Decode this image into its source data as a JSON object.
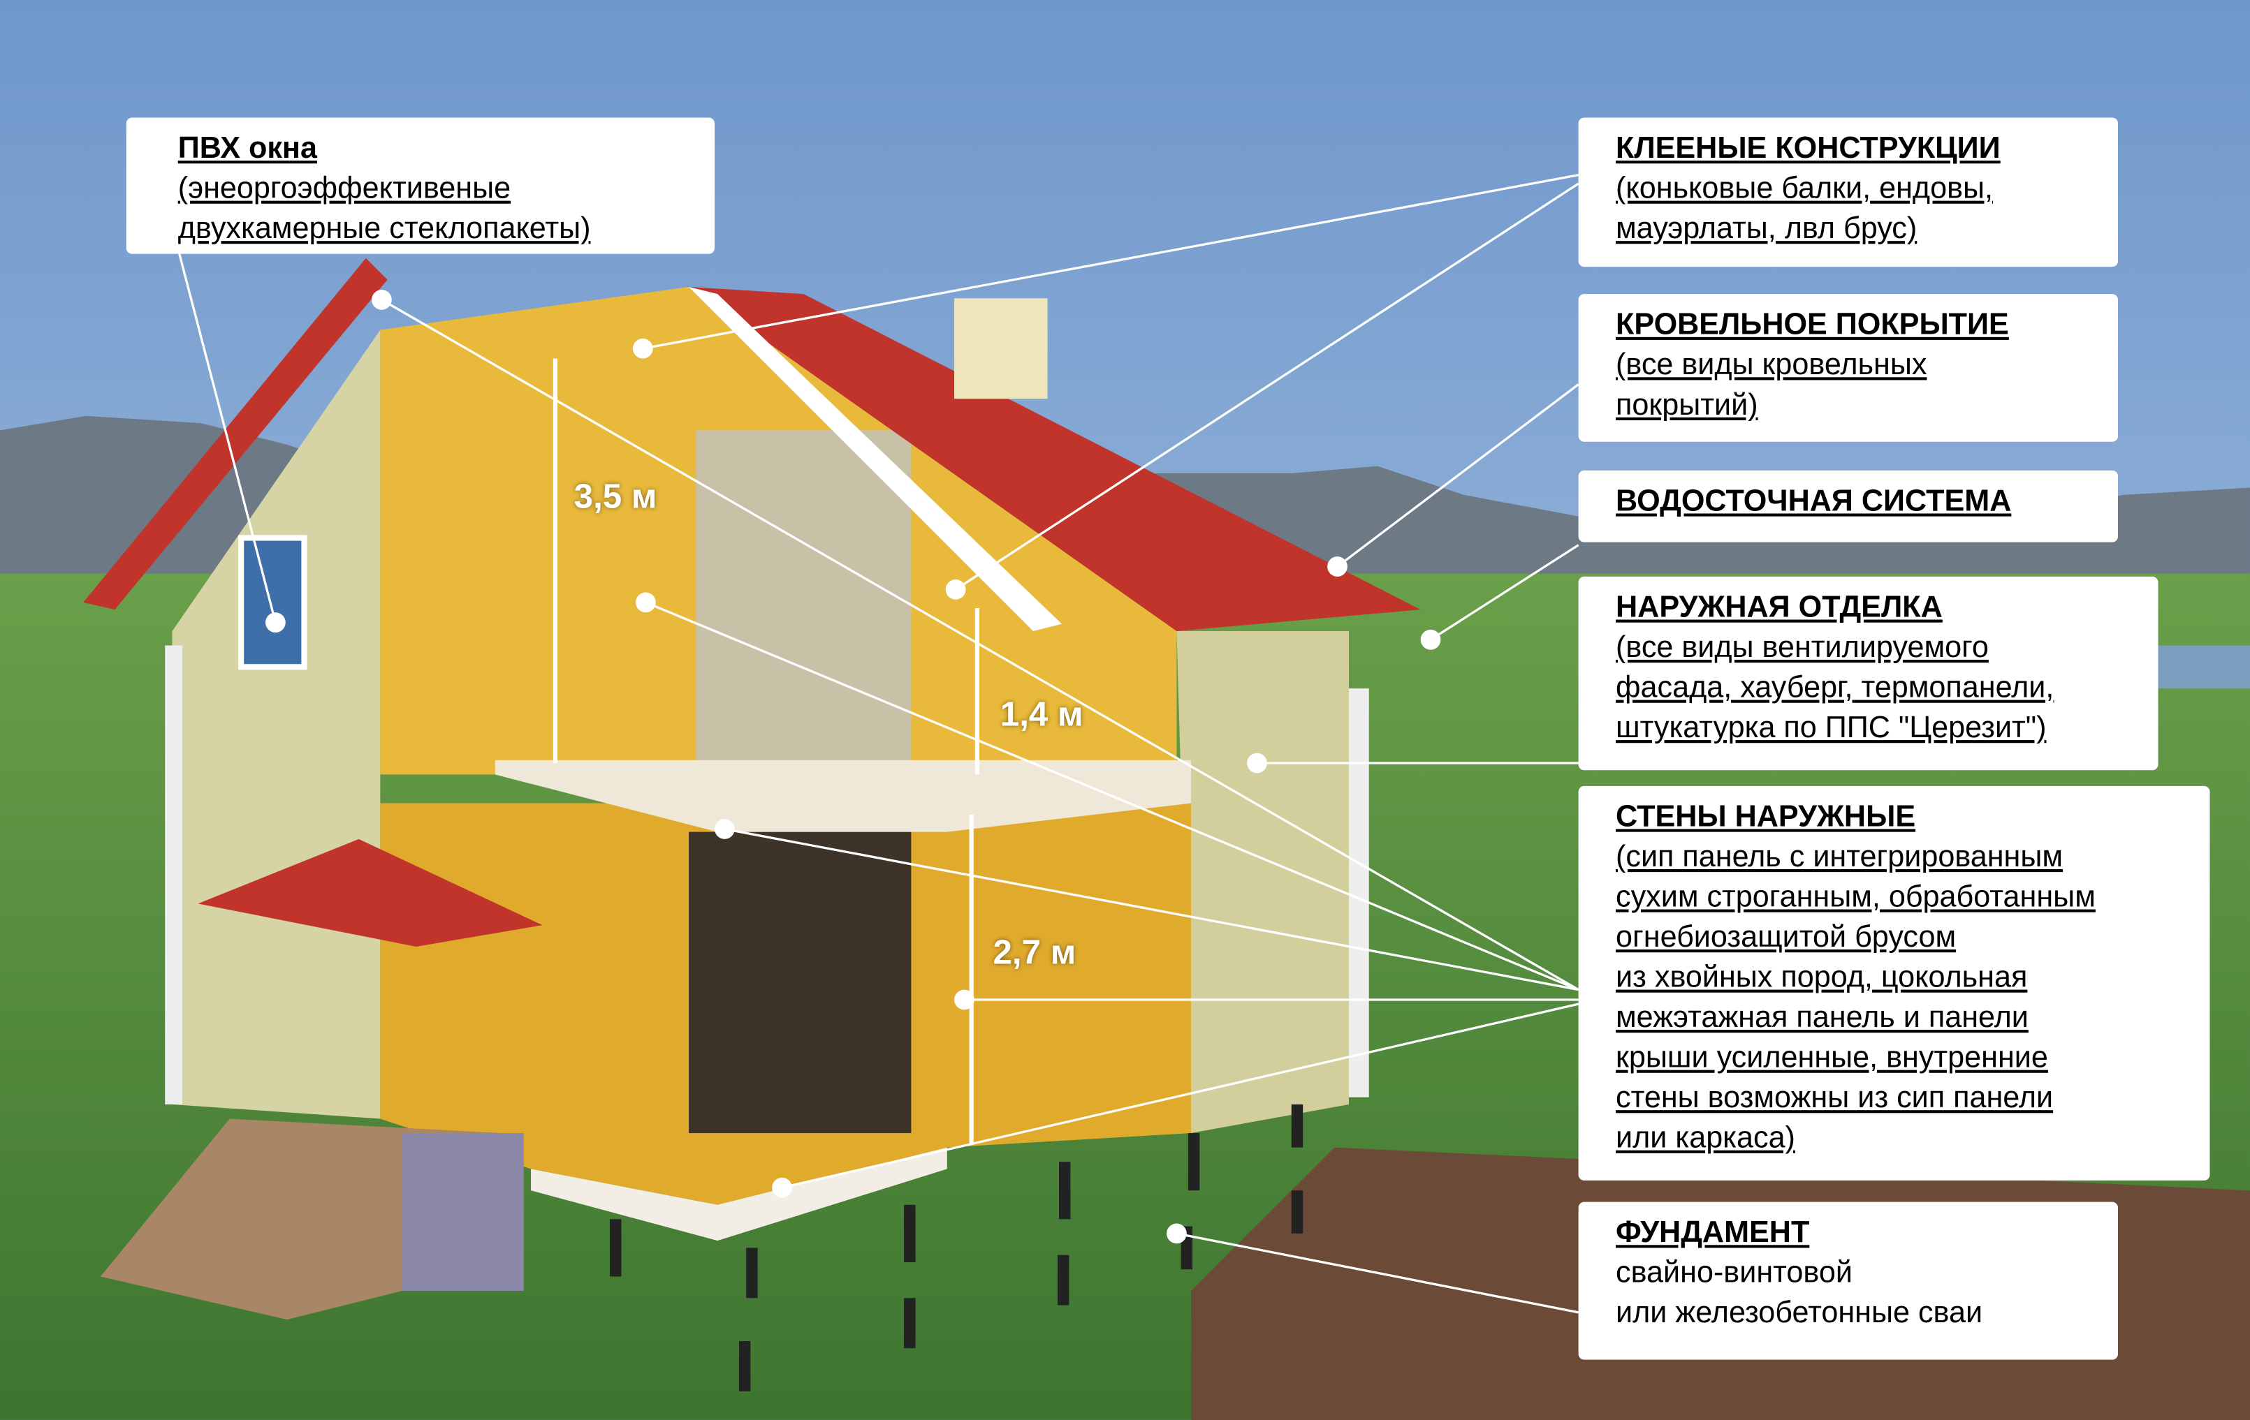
{
  "labels": {
    "windows": {
      "title": "ПВХ окна",
      "lines": [
        "(энеоргоэффективеные",
        "двухкамерные стеклопакеты)"
      ]
    },
    "glued": {
      "title": "КЛЕЕНЫЕ КОНСТРУКЦИИ",
      "lines": [
        "(коньковые балки, ендовы,",
        "мауэрлаты, лвл брус)"
      ]
    },
    "roofing": {
      "title": "КРОВЕЛЬНОЕ ПОКРЫТИЕ",
      "lines": [
        "(все виды кровельных",
        "покрытий)"
      ]
    },
    "drainage": {
      "title": "ВОДОСТОЧНАЯ СИСТЕМА"
    },
    "exterior": {
      "title": "НАРУЖНАЯ ОТДЕЛКА",
      "lines": [
        "(все виды вентилируемого",
        "фасада, хауберг, термопанели,",
        "штукатурка по ППС \"Церезит\")"
      ]
    },
    "walls": {
      "title": "СТЕНЫ НАРУЖНЫЕ",
      "lines": [
        "(сип панель с интегрированным",
        "сухим строганным, обработанным",
        "огнебиозащитой брусом",
        "из хвойных пород, цокольная",
        "межэтажная панель и панели",
        "крыши усиленные, внутренние",
        "стены возможны из сип панели",
        "или каркаса)"
      ]
    },
    "foundation": {
      "title": "ФУНДАМЕНТ",
      "lines": [
        "свайно-винтовой",
        "или железобетонные сваи"
      ]
    }
  },
  "dimensions": {
    "attic": "3,5 м",
    "knee_wall": "1,4 м",
    "first_floor": "2,7 м"
  },
  "colors": {
    "roof": "#c0342b",
    "panel": "#e8b93a",
    "facade": "#d6d3a4",
    "grass": "#4f8a3a",
    "soil": "#6b4a38"
  }
}
